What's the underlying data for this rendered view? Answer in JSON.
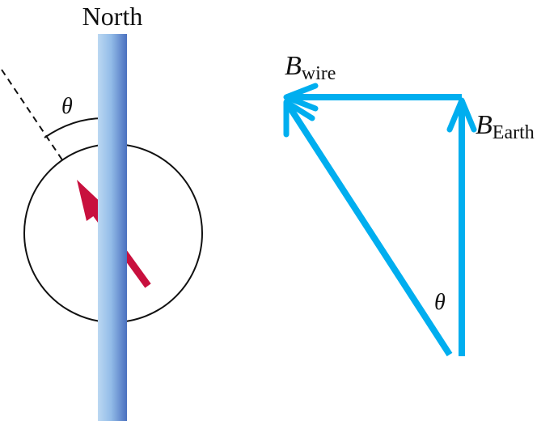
{
  "left_panel": {
    "title": "North",
    "angle_label": "θ"
  },
  "right_panel": {
    "b_wire": {
      "symbol": "B",
      "subscript": "wire"
    },
    "b_earth": {
      "symbol": "B",
      "subscript": "Earth"
    },
    "angle_label": "θ"
  },
  "colors": {
    "wire_light": "#BBD8F2",
    "wire_mid": "#7FA9E0",
    "wire_dark": "#4A70BF",
    "compass_needle": "#C8103E",
    "vector_arrows": "#00AEEF",
    "lines": "#111111"
  }
}
